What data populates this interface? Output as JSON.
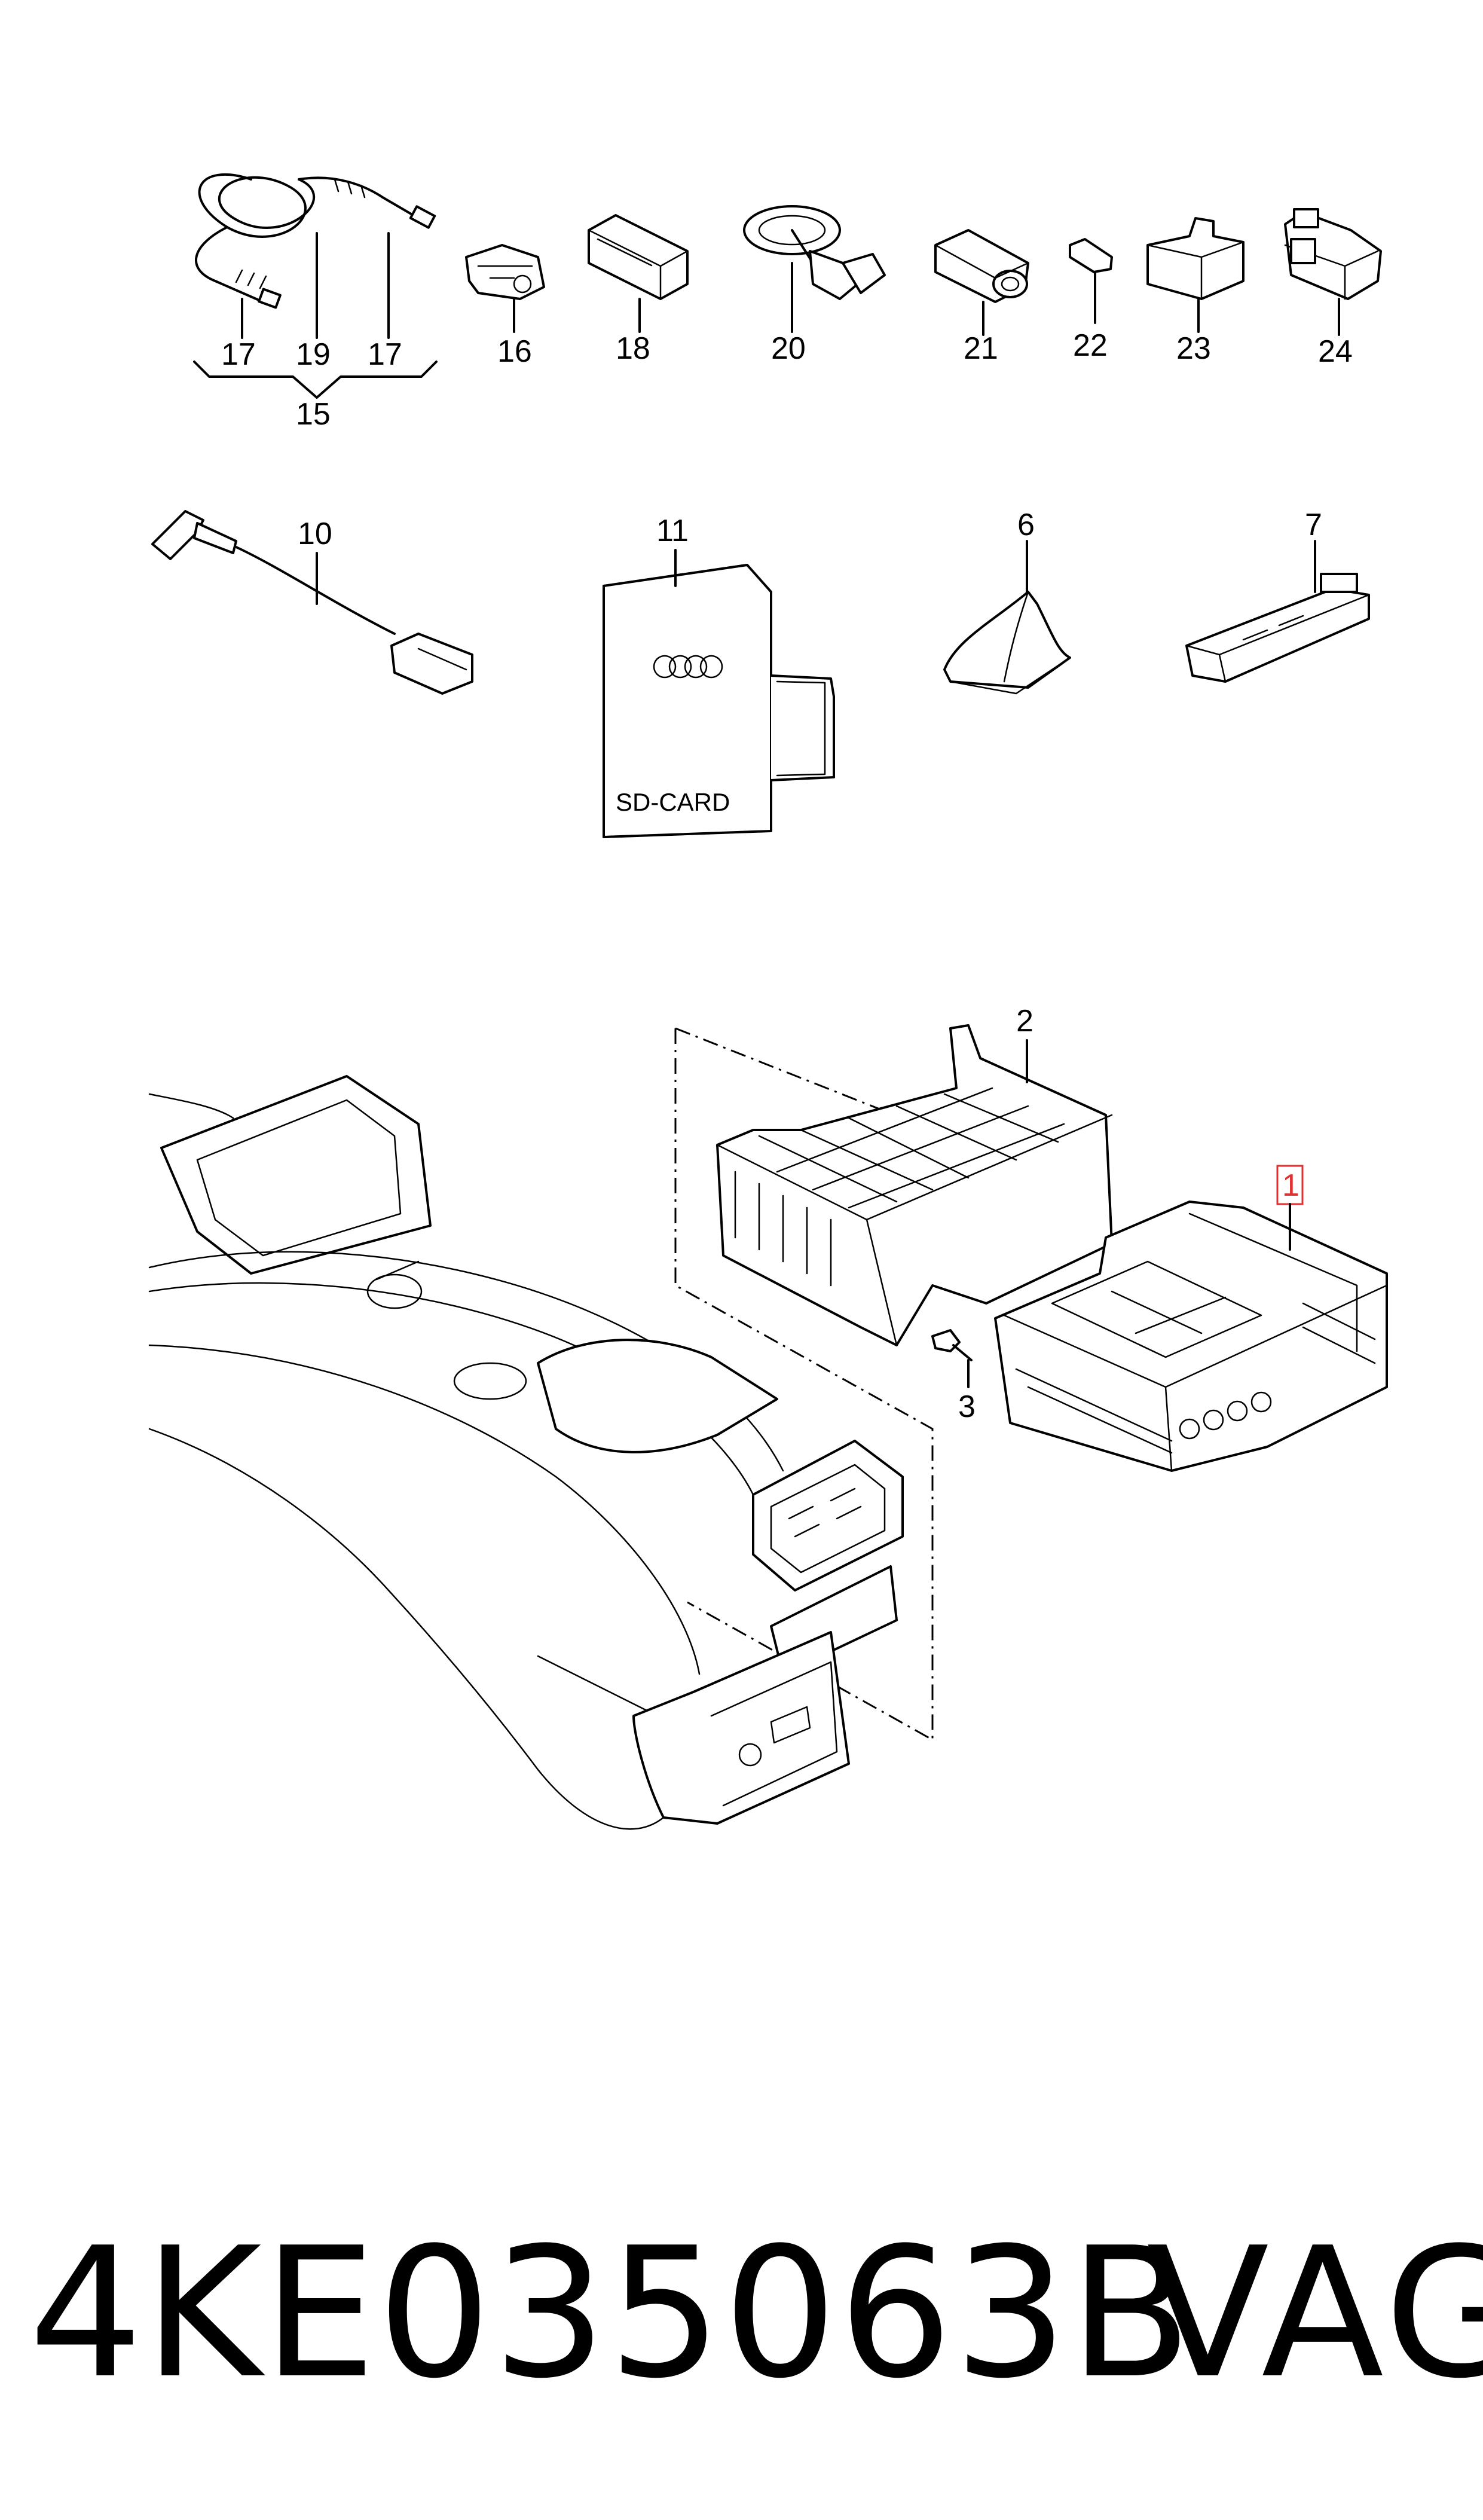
{
  "callouts": {
    "c1": "1",
    "c2": "2",
    "c3": "3",
    "c6": "6",
    "c7": "7",
    "c10": "10",
    "c11": "11",
    "c15": "15",
    "c16": "16",
    "c17a": "17",
    "c17b": "17",
    "c18": "18",
    "c19": "19",
    "c20": "20",
    "c21": "21",
    "c22": "22",
    "c23": "23",
    "c24": "24"
  },
  "sd_card_label": "SD-CARD",
  "highlight_color": "#e03030",
  "footer": {
    "part_number": "4KE035063B",
    "brand": "VAG"
  },
  "icons": [
    "audi-rings-logo"
  ]
}
